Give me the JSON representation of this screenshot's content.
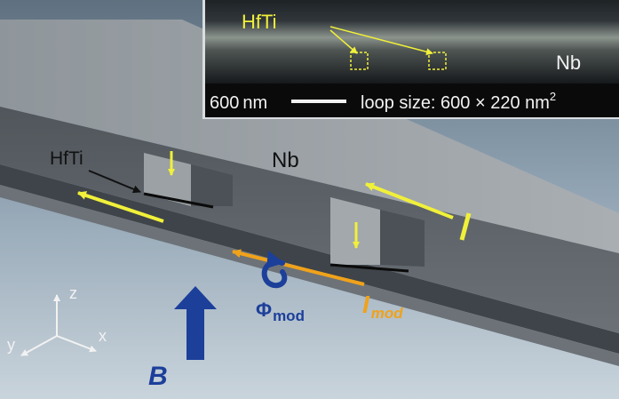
{
  "labels": {
    "hfti_main": "HfTi",
    "nb_main": "Nb",
    "current": "I",
    "current_mod_main": "I",
    "current_mod_sub": "mod",
    "flux_main": "Φ",
    "flux_sub": "mod",
    "field": "B",
    "axis_x": "x",
    "axis_y": "y",
    "axis_z": "z"
  },
  "inset": {
    "hfti": "HfTi",
    "nb": "Nb",
    "scale_value": "600",
    "scale_unit": "nm",
    "loop_size_text": "loop size: 600 × 220 nm",
    "loop_size_exp": "2"
  },
  "colors": {
    "yellow": "#f1f03a",
    "orange": "#f0a21a",
    "blue": "#1c3f9a",
    "white_axes": "#f2f2f2",
    "beam_top": "#9ea4a8",
    "beam_side": "#5b6065"
  }
}
